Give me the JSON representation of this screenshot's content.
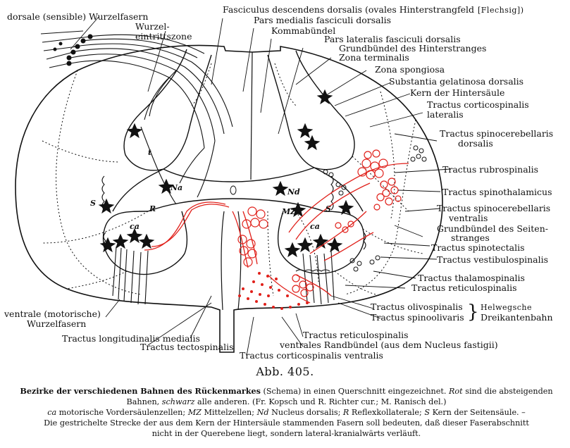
{
  "labels": {
    "dorsal_root": "dorsale (sensible) Wurzelfasern",
    "entry_zone_1": "Wurzel-",
    "entry_zone_2": "eintrittszone",
    "fasc_desc_dors": "Fasciculus descendens dorsalis (ovales Hinterstrangfeld",
    "flechsig": "[Flechsig])",
    "pars_medialis": "Pars medialis fasciculi dorsalis",
    "kommabuendel": "Kommabündel",
    "pars_lateralis": "Pars lateralis fasciculi dorsalis",
    "grundb_hinter": "Grundbündel des Hinterstranges",
    "zona_terminalis": "Zona terminalis",
    "zona_spongiosa": "Zona spongiosa",
    "subst_gel": "Substantia gelatinosa dorsalis",
    "kern_hinters": "Kern der Hintersäule",
    "tr_corticospin_lat_1": "Tractus corticospinalis",
    "tr_corticospin_lat_2": "lateralis",
    "tr_spinocereb_dors_1": "Tractus spinocerebellaris",
    "tr_spinocereb_dors_2": "dorsalis",
    "tr_rubrospinalis": "Tractus rubrospinalis",
    "tr_spinothalamicus": "Tractus spinothalamicus",
    "tr_spinocereb_ventr_1": "Tractus spinocerebellaris",
    "tr_spinocereb_ventr_2": "ventralis",
    "grundb_seiten_1": "Grundbündel des Seiten-",
    "grundb_seiten_2": "stranges",
    "tr_spinotectalis": "Tractus spinotectalis",
    "tr_vestibulospinalis": "Tractus vestibulospinalis",
    "tr_thalamospinalis": "Tractus thalamospinalis",
    "tr_reticulospinalis": "Tractus reticulospinalis",
    "tr_olivospinalis": "Tractus olivospinalis",
    "tr_spinoolivaris": "Tractus spinoolivaris",
    "helweg_1": "Helwegsche",
    "helweg_2": "Dreikantenbahn",
    "ventral_root_1": "ventrale (motorische)",
    "ventral_root_2": "Wurzelfasern",
    "tr_long_med": "Tractus longitudinalis medialis",
    "tr_tectospinalis": "Tractus tectospinalis",
    "tr_reticulospinalis_2": "Tractus reticulospinalis",
    "ventr_randbuendel": "ventrales Randbündel (aus dem Nucleus fastigii)",
    "tr_corticospin_ventr": "Tractus corticospinalis ventralis"
  },
  "cell_labels": {
    "na": "Na",
    "nd": "Nd",
    "mz": "MZ",
    "s_left": "S",
    "s_right": "S",
    "r": "R",
    "ca_left": "ca",
    "ca_right": "ca",
    "t": "t"
  },
  "caption": {
    "figure_number": "Abb. 405.",
    "title_bold": "Bezirke der verschiedenen Bahnen des Rückenmarkes",
    "line1_rest": " (Schema) in einen Querschnitt eingezeichnet. ",
    "rot": "Rot",
    "line1_end": " sind die absteigenden",
    "line2_start": "Bahnen, ",
    "schwarz": "schwarz",
    "line2_rest": " alle anderen. (Fr. Kopsch und R. Richter cur.; M. Ranisch del.)",
    "ca": "ca",
    "ca_text": " motorische Vordersäulenzellen; ",
    "mz": "MZ",
    "mz_text": " Mittelzellen; ",
    "nd": "Nd",
    "nd_text": " Nucleus dorsalis; ",
    "r": "R",
    "r_text": " Reflexkollaterale; ",
    "s": "S",
    "s_text": " Kern der Seitensäule. –",
    "line4": "Die gestrichelte Strecke der aus dem Kern der Hintersäule stammenden Fasern soll bedeuten, daß dieser Faserabschnitt",
    "line5": "nicht in der Querebene liegt, sondern lateral-kranialwärts verläuft."
  },
  "colors": {
    "ink": "#111111",
    "descending_red": "#e0201a",
    "background": "#ffffff"
  }
}
